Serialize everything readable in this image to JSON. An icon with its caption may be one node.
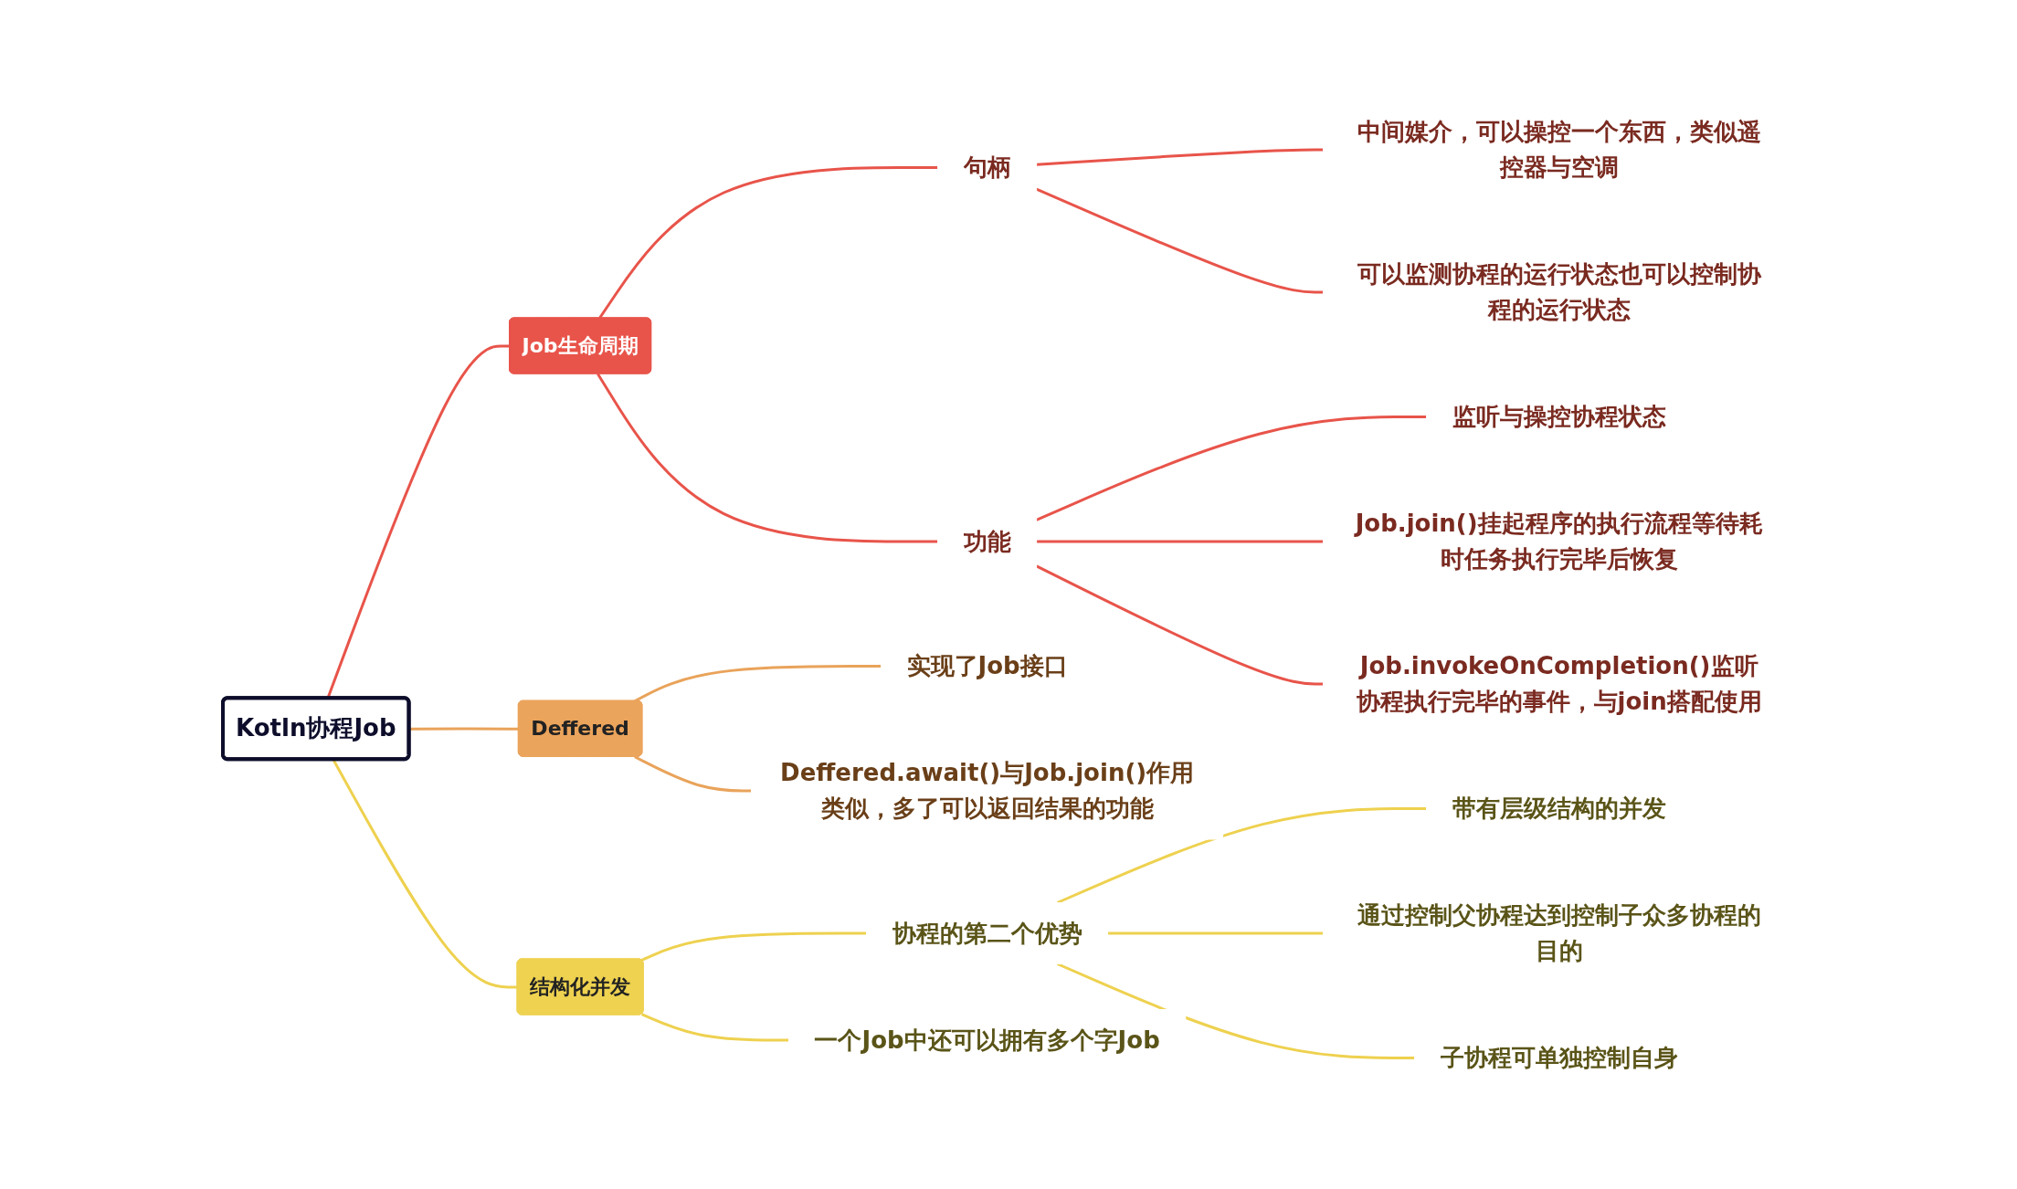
{
  "diagram": {
    "nodes": [
      {
        "text": [
          "Kotln协程Job"
        ]
      },
      {
        "text": [
          "Job生命周期"
        ]
      },
      {
        "text": [
          "句柄"
        ]
      },
      {
        "text": [
          "中间媒介，可以操控一个东西，类似遥控器与空调"
        ]
      },
      {
        "text": [
          "可以监测协程的运行状态也可以控制协程的运行状态"
        ]
      },
      {
        "text": [
          "功能"
        ]
      },
      {
        "text": [
          "监听与操控协程状态"
        ]
      },
      {
        "text": [
          "Job.join()挂起程序的执行流程等待耗时任务执行完毕后恢复"
        ]
      },
      {
        "text": [
          "Job.invokeOnCompletion()监听协程执行完毕的事件，与join搭配使用"
        ]
      },
      {
        "text": [
          "Deffered"
        ]
      },
      {
        "text": [
          "实现了Job接口"
        ]
      },
      {
        "text": [
          "Deffered.await()与Job.join()作用类似，多了可以返回结果的功能"
        ]
      },
      {
        "text": [
          "结构化并发"
        ]
      },
      {
        "text": [
          "协程的第二个优势"
        ]
      },
      {
        "text": [
          "带有层级结构的并发"
        ]
      },
      {
        "text": [
          "通过控制父协程达到控制子众多协程的目的"
        ]
      },
      {
        "text": [
          "子协程可单独控制自身"
        ]
      },
      {
        "text": [
          "一个Job中还可以拥有多个字Job"
        ]
      }
    ],
    "edges": [
      {
        "from": 0,
        "to": 1,
        "arrow": "none"
      },
      {
        "from": 1,
        "to": 2,
        "arrow": "none"
      },
      {
        "from": 2,
        "to": 3,
        "arrow": "none"
      },
      {
        "from": 2,
        "to": 4,
        "arrow": "none"
      },
      {
        "from": 1,
        "to": 5,
        "arrow": "none"
      },
      {
        "from": 5,
        "to": 6,
        "arrow": "none"
      },
      {
        "from": 5,
        "to": 7,
        "arrow": "none"
      },
      {
        "from": 5,
        "to": 8,
        "arrow": "none"
      },
      {
        "from": 0,
        "to": 9,
        "arrow": "none",
        "color": "#e9a35a"
      },
      {
        "from": 9,
        "to": 10,
        "arrow": "none",
        "color": "#e9a35a"
      },
      {
        "from": 9,
        "to": 11,
        "arrow": "none",
        "color": "#e9a35a"
      },
      {
        "from": 0,
        "to": 12,
        "arrow": "none",
        "color": "#eed14f"
      },
      {
        "from": 12,
        "to": 13,
        "arrow": "none",
        "color": "#eed14f"
      },
      {
        "from": 13,
        "to": 14,
        "arrow": "none",
        "color": "#eed14f"
      },
      {
        "from": 13,
        "to": 15,
        "arrow": "none",
        "color": "#eed14f"
      },
      {
        "from": 13,
        "to": 16,
        "arrow": "none",
        "color": "#eed14f"
      },
      {
        "from": 12,
        "to": 17,
        "arrow": "none",
        "color": "#eed14f"
      }
    ]
  }
}
